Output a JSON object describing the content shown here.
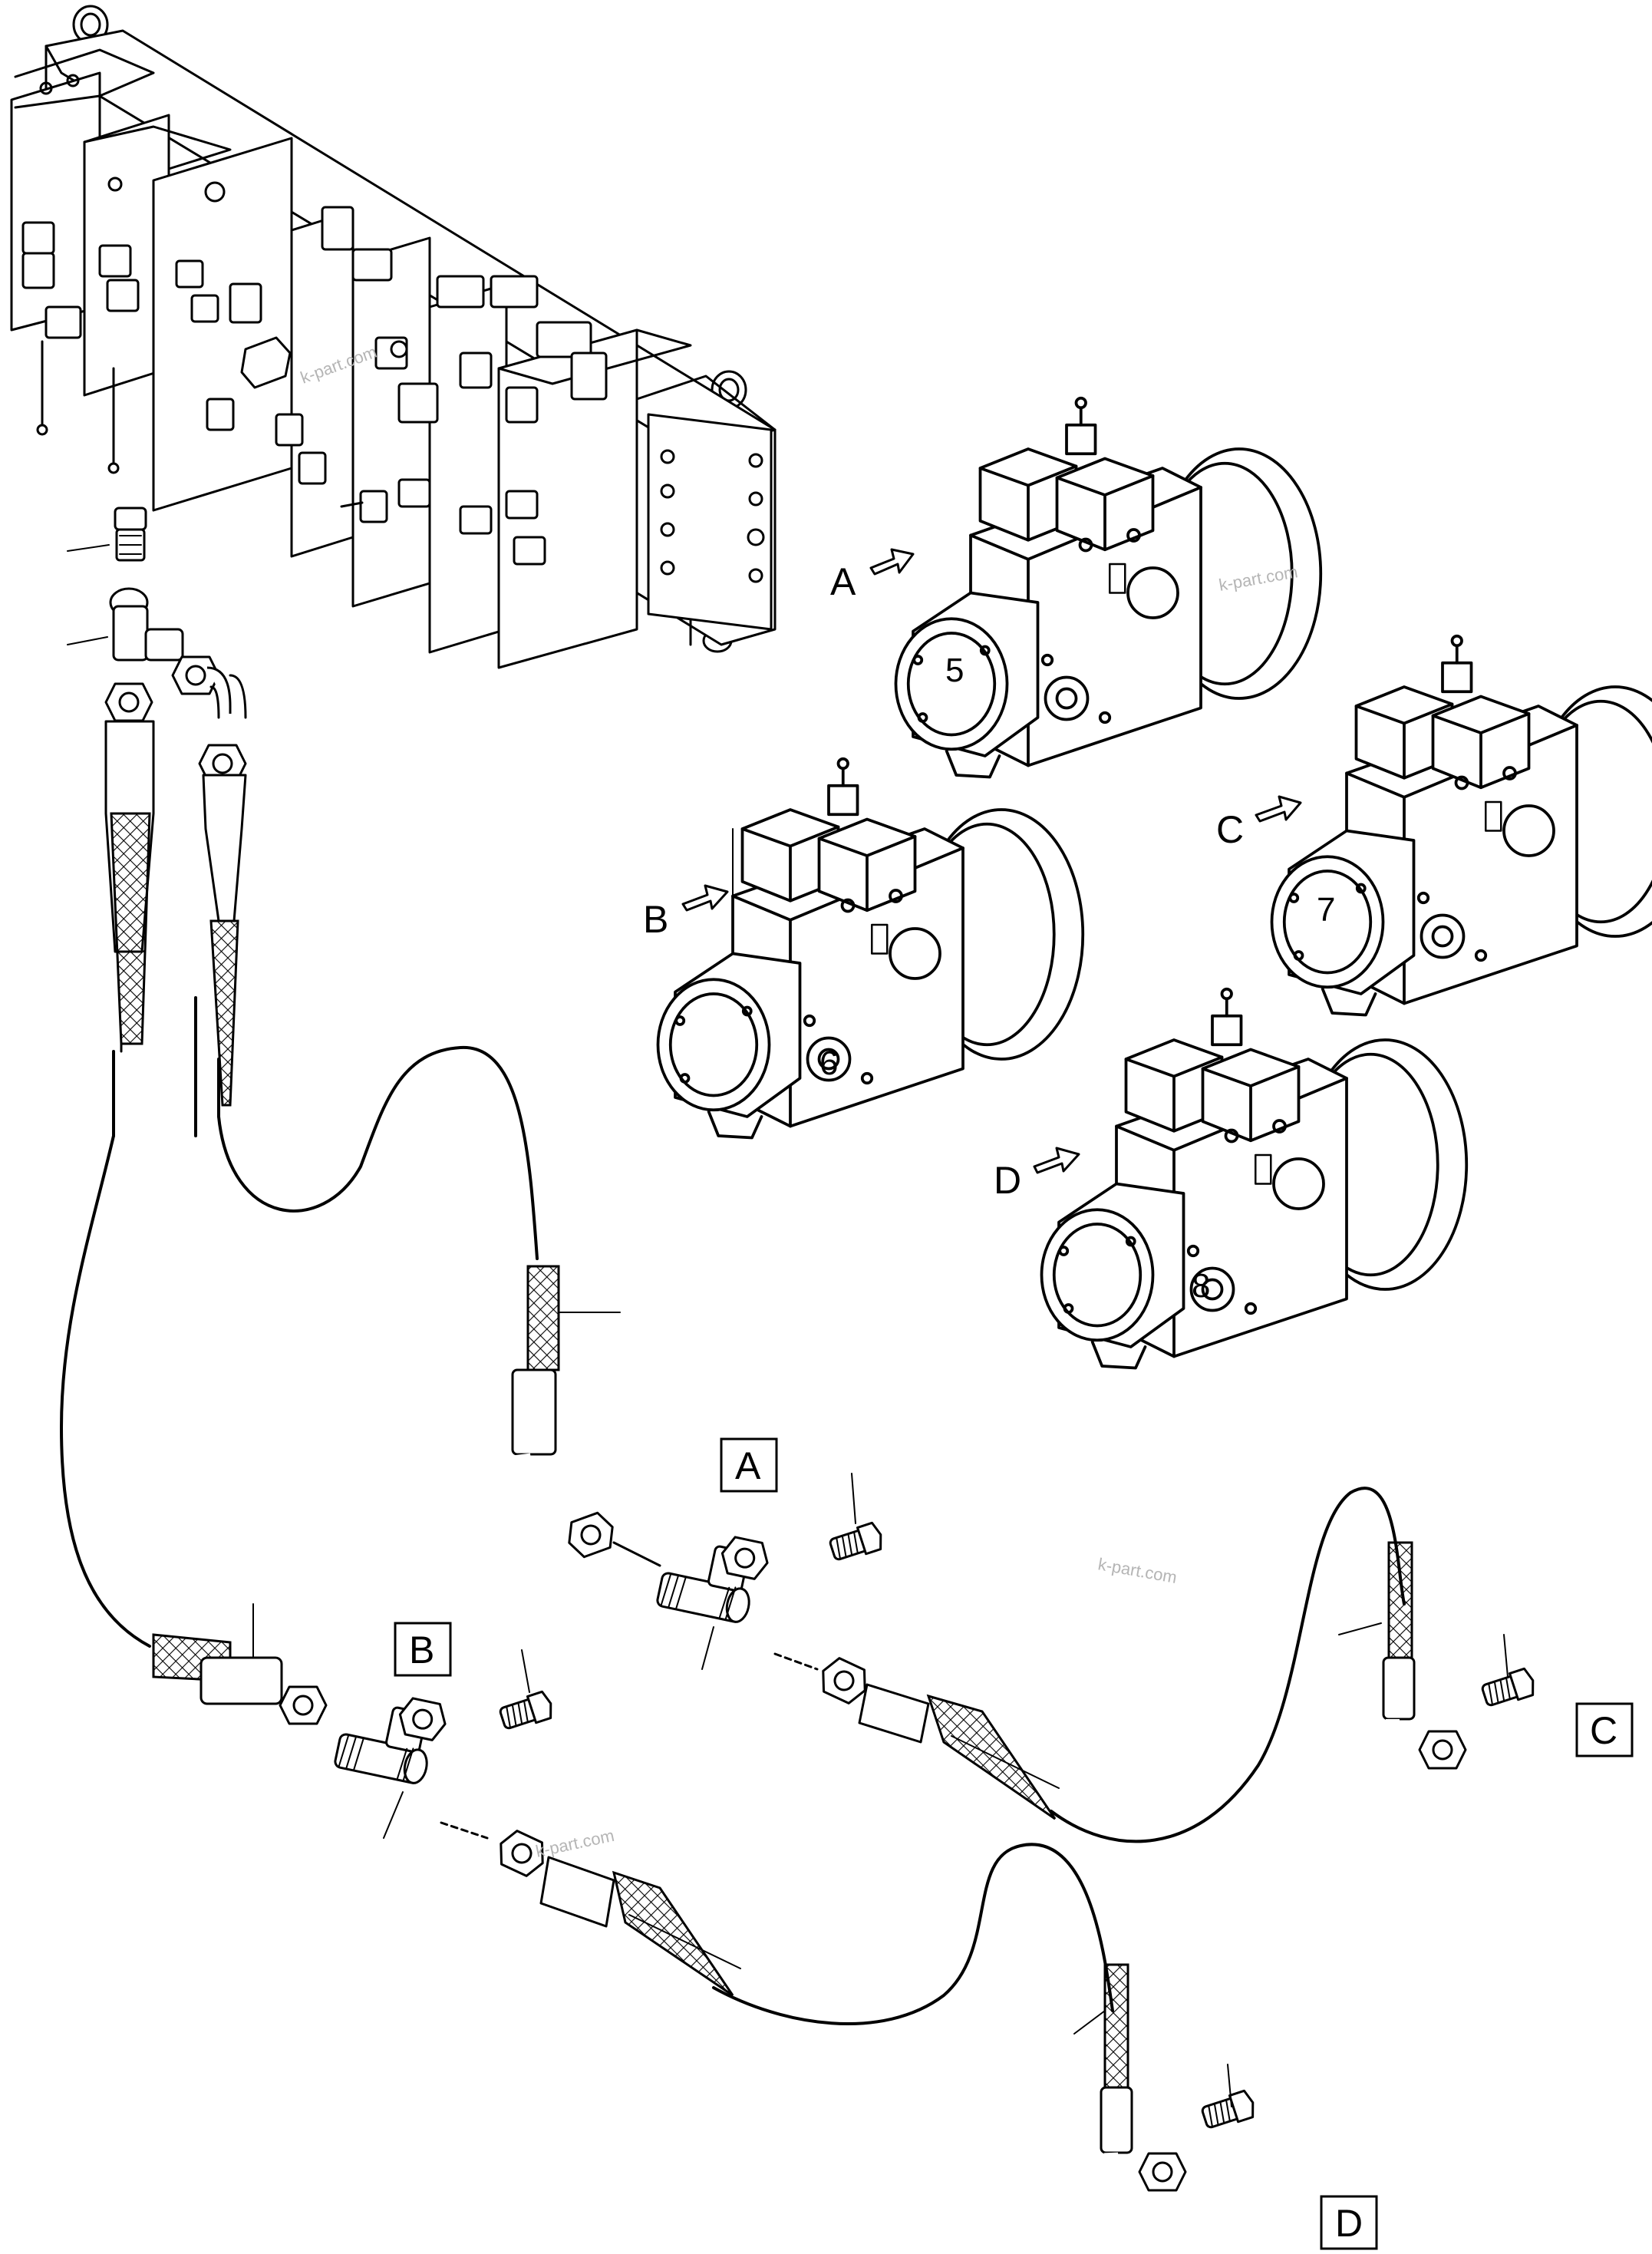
{
  "labels": {
    "arrow_a": "A",
    "arrow_b": "B",
    "arrow_c": "C",
    "arrow_d": "D",
    "box_a": "A",
    "box_b": "B",
    "box_c": "C",
    "box_d": "D"
  },
  "pump_numbers": {
    "p5": "5",
    "p6": "6",
    "p7": "7",
    "p8": "8"
  },
  "watermarks": {
    "w1": "k-part.com",
    "w2": "k-part.com",
    "w3": "k-part.com",
    "w4": "k-part.com"
  },
  "colors": {
    "line": "#000000",
    "background": "#ffffff",
    "watermark": "#b5b5b5"
  }
}
